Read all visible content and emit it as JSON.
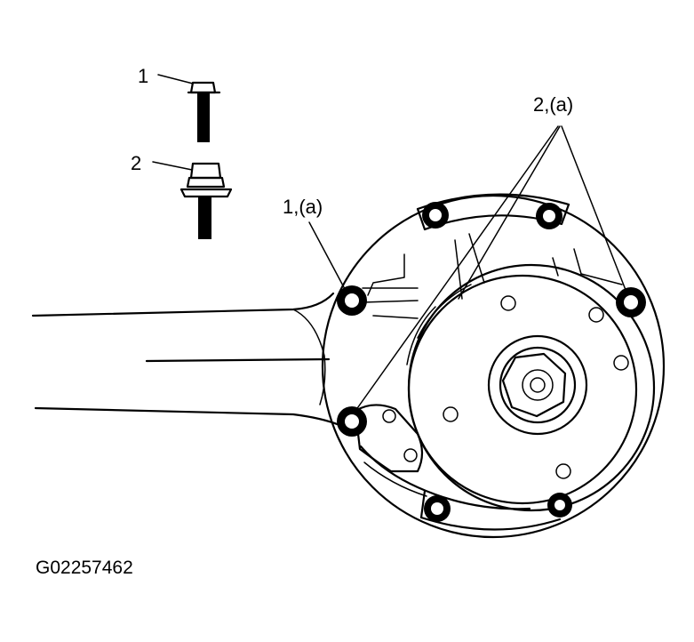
{
  "labels": {
    "bolt": "1",
    "bolt_with_washer": "2",
    "bolt_position_a": "1,(a)",
    "bolt_with_washer_position_a": "2,(a)"
  },
  "reference_code": "G02257462"
}
